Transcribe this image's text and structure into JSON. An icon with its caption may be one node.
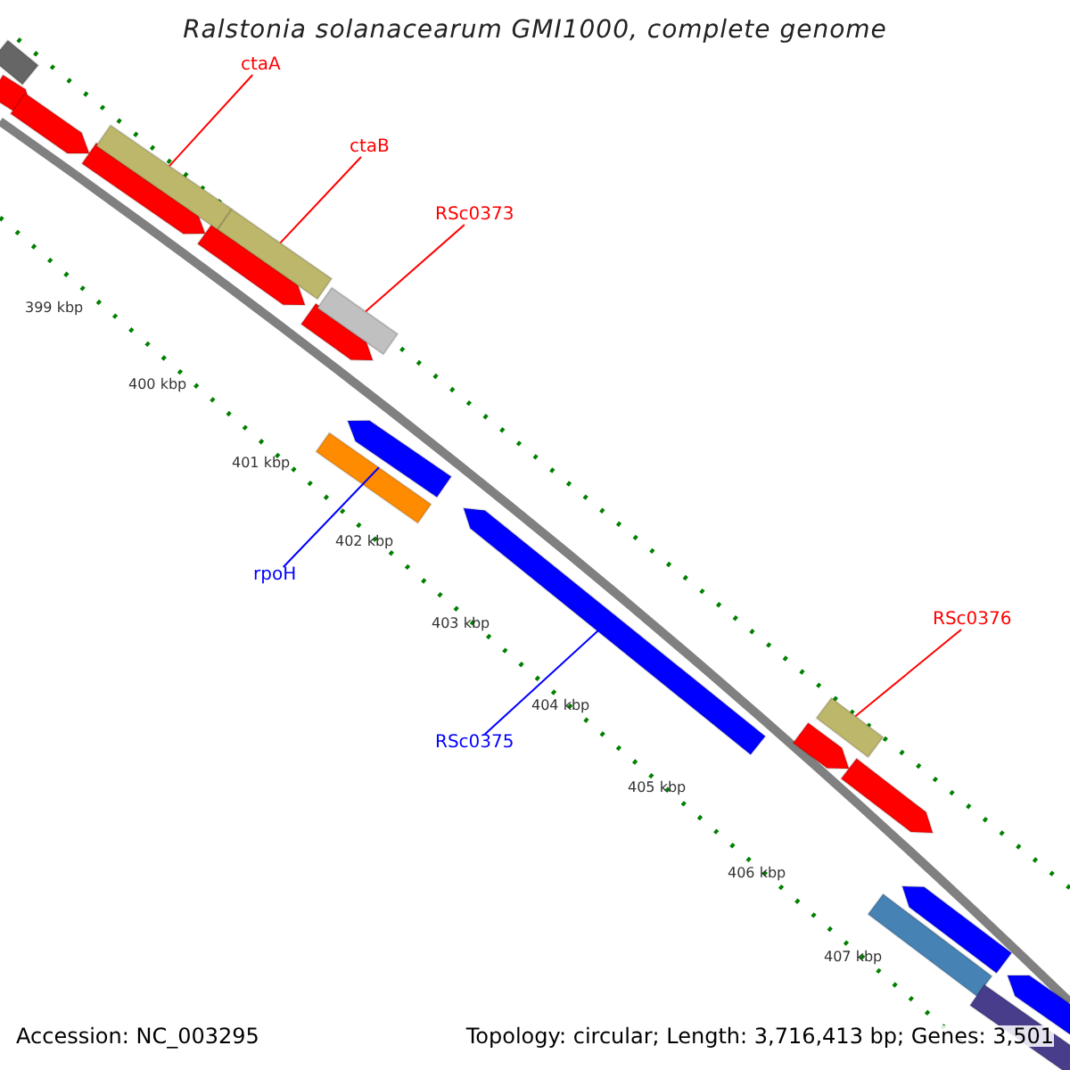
{
  "diagram": {
    "title": "Ralstonia solanacearum GMI1000, complete genome",
    "nodes": [
      {
        "text": [
          "ctaA"
        ]
      },
      {
        "text": [],
        "shape": "bar"
      },
      {
        "text": [
          "ctaB"
        ]
      },
      {
        "text": [],
        "shape": "bar"
      },
      {
        "text": [
          "RSc0373"
        ]
      },
      {
        "text": [],
        "shape": "bar"
      },
      {
        "text": [
          "rpoH"
        ]
      },
      {
        "text": [],
        "shape": "bar"
      },
      {
        "text": [
          "RSc0375"
        ]
      },
      {
        "text": [],
        "shape": "bar"
      },
      {
        "text": [
          "RSc0376"
        ]
      },
      {
        "text": [],
        "shape": "bar"
      }
    ],
    "edges": [
      {
        "from": 0,
        "to": 1,
        "arrow": "none"
      },
      {
        "from": 2,
        "to": 3,
        "arrow": "none"
      },
      {
        "from": 4,
        "to": 5,
        "arrow": "none"
      },
      {
        "from": 6,
        "to": 7,
        "arrow": "none",
        "color": "#0000ff"
      },
      {
        "from": 8,
        "to": 9,
        "arrow": "none",
        "color": "#0000ff"
      },
      {
        "from": 10,
        "to": 11,
        "arrow": "none"
      }
    ],
    "labels": [
      "399 kbp",
      "400 kbp",
      "401 kbp",
      "402 kbp",
      "403 kbp",
      "404 kbp",
      "405 kbp",
      "406 kbp",
      "407 kbp",
      "Accession: NC_003295",
      "Topology: circular; Length: 3,716,413 bp; Genes: 3,501"
    ]
  }
}
